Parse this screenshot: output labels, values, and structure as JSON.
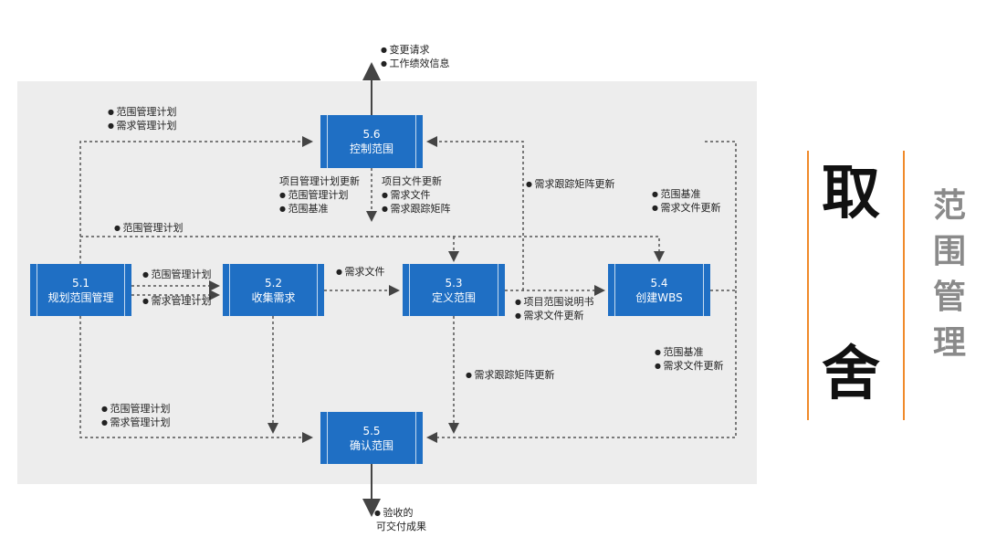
{
  "processes": {
    "p51": {
      "num": "5.1",
      "name": "规划范围管理"
    },
    "p52": {
      "num": "5.2",
      "name": "收集需求"
    },
    "p53": {
      "num": "5.3",
      "name": "定义范围"
    },
    "p54": {
      "num": "5.4",
      "name": "创建WBS"
    },
    "p55": {
      "num": "5.5",
      "name": "确认范围"
    },
    "p56": {
      "num": "5.6",
      "name": "控制范围"
    }
  },
  "notes": {
    "top_out": [
      "变更请求",
      "工作绩效信息"
    ],
    "p56_in_left": [
      "范围管理计划",
      "需求管理计划"
    ],
    "p56_out_left": {
      "head": "项目管理计划更新",
      "items": [
        "范围管理计划",
        "范围基准"
      ]
    },
    "p56_out_right": {
      "head": "项目文件更新",
      "items": [
        "需求文件",
        "需求跟踪矩阵"
      ]
    },
    "trace_update_top": [
      "需求跟踪矩阵更新"
    ],
    "baseline_top": [
      "范围基准",
      "需求文件更新"
    ],
    "scope_plan_line": [
      "范围管理计划"
    ],
    "p51_to_p52": [
      "范围管理计划",
      "需求管理计划"
    ],
    "p52_to_p53": [
      "需求文件"
    ],
    "p53_out": [
      "项目范围说明书",
      "需求文件更新"
    ],
    "trace_update_mid": [
      "需求跟踪矩阵更新"
    ],
    "baseline_bottom": [
      "范围基准",
      "需求文件更新"
    ],
    "p55_in_left": [
      "范围管理计划",
      "需求管理计划"
    ],
    "bottom_out": {
      "head": "验收的",
      "tail": "可交付成果"
    }
  },
  "title_big": [
    "取",
    "舍"
  ],
  "title_side": [
    "范",
    "围",
    "管",
    "理"
  ]
}
